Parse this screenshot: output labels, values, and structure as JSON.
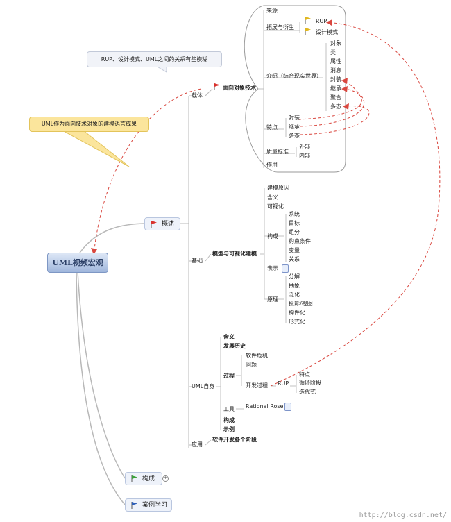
{
  "root": {
    "label": "UML视频宏观"
  },
  "callouts": {
    "note": "RUP、设计模式、UML之间的关系有些模糊",
    "yellow": "UML作为面向技术对象的建模语言成果"
  },
  "level1": {
    "overview": "概述",
    "composition": "构成",
    "case_study": "案例学习"
  },
  "overview_branches": {
    "carrier": "载体",
    "basis": "基础",
    "uml_itself": "UML自身",
    "application": "应用"
  },
  "oo_tech": {
    "label": "面向对象技术",
    "source": "来源",
    "extension": "拓展与衍生",
    "rup": "RUP",
    "design_patterns": "设计模式",
    "intro": "介绍（结合现实世界）",
    "intro_items": [
      "对象",
      "类",
      "属性",
      "消息",
      "封装",
      "继承",
      "聚合",
      "多态"
    ],
    "features": "特点",
    "feature_items": [
      "封装",
      "继承",
      "多态"
    ],
    "modeling_standard": "质量标准",
    "standard_items": [
      "外部",
      "内部"
    ],
    "usage": "作用"
  },
  "modeling": {
    "label": "模型与可视化建模",
    "principles": "建模原因",
    "meaning": "含义",
    "visualization": "可视化",
    "composition": "构成",
    "composition_items": [
      "系统",
      "目标",
      "组分",
      "约束条件",
      "变量",
      "关系"
    ],
    "representation": "表示",
    "principle": "原理",
    "principle_items": [
      "分解",
      "抽象",
      "泛化",
      "投影/视图",
      "构件化",
      "形式化"
    ]
  },
  "uml_self": {
    "meaning": "含义",
    "history": "发展历史",
    "process": "过程",
    "software_crisis": "软件危机",
    "problems": "问题",
    "dev_process": "开发过程",
    "rup": "RUP",
    "rup_items": [
      "特点",
      "循环阶段",
      "迭代式"
    ],
    "tools": "工具",
    "rational_rose": "Rational Rose",
    "composition": "构成",
    "examples": "示例"
  },
  "application": {
    "stages": "软件开发各个阶段"
  },
  "watermark": "http://blog.csdn.net/",
  "colors": {
    "relation": "#d9473f",
    "root": "#9fb6dc",
    "flag_red": "#d9302c",
    "flag_green": "#3ca13b",
    "flag_blue": "#2d5fb8",
    "flag_yellow": "#e0b71f"
  }
}
